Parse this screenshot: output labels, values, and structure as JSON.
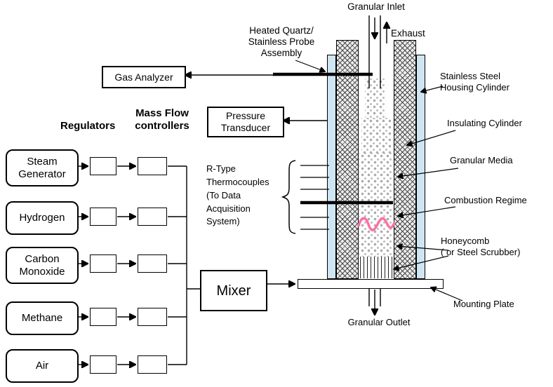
{
  "colors": {
    "housing_fill": "#cfe6f2",
    "combustion_wave": "#ff6fa5",
    "granular_dots": "#ababab",
    "line": "#000000"
  },
  "flow_system": {
    "headers": {
      "regulators": "Regulators",
      "mass_flow_controllers": "Mass Flow\ncontrollers"
    },
    "sources": [
      {
        "label": "Steam\nGenerator"
      },
      {
        "label": "Hydrogen"
      },
      {
        "label": "Carbon\nMonoxide"
      },
      {
        "label": "Methane"
      },
      {
        "label": "Air"
      }
    ],
    "mixer_label": "Mixer"
  },
  "instruments": {
    "gas_analyzer": "Gas Analyzer",
    "pressure_transducer": "Pressure\nTransducer",
    "probe_assembly": "Heated Quartz/\nStainless Probe\nAssembly",
    "thermocouples": "R-Type\nThermocouples\n(To Data\nAcquisition\nSystem)"
  },
  "reactor": {
    "granular_inlet": "Granular Inlet",
    "exhaust": "Exhaust",
    "housing_cylinder": "Stainless Steel\nHousing Cylinder",
    "insulating_cylinder": "Insulating Cylinder",
    "granular_media": "Granular Media",
    "combustion_regime": "Combustion Regime",
    "honeycomb": "Honeycomb\n( or Steel Scrubber)",
    "mounting_plate": "Mounting Plate",
    "granular_outlet": "Granular Outlet"
  }
}
